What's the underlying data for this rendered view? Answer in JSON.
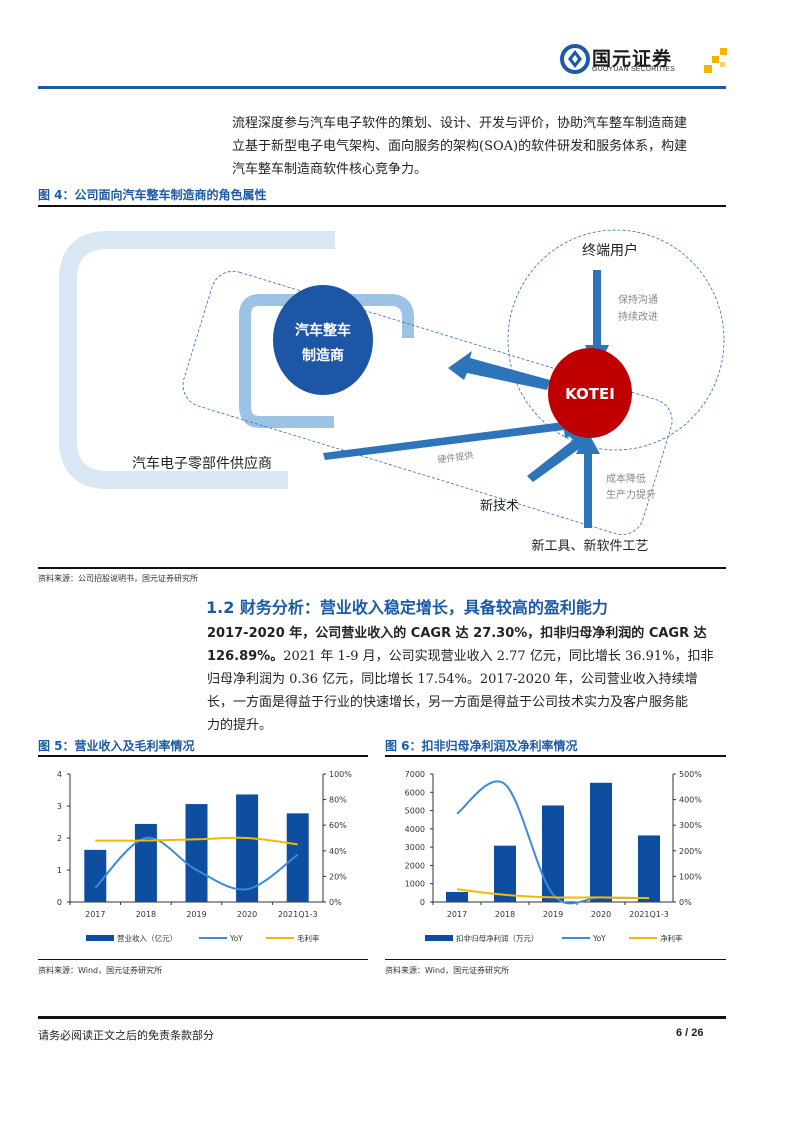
{
  "header": {
    "brand_cn": "国元证券",
    "brand_en": "GUOYUAN SECURITIES",
    "accent_color": "#1c5aa6",
    "logo_accent": "#f4b400"
  },
  "intro_paragraph": {
    "lines": [
      "流程深度参与汽车电子软件的策划、设计、开发与评价，协助汽车整车制造商建",
      "立基于新型电子电气架构、面向服务的架构(SOA)的软件研发和服务体系，构建",
      "汽车整车制造商软件核心竞争力。"
    ]
  },
  "figure4": {
    "title": "图 4：公司面向汽车整车制造商的角色属性",
    "nodes": {
      "oem": [
        "汽车整车",
        "制造商"
      ],
      "kotei": "KOTEI",
      "end_user": "终端用户",
      "supplier": "汽车电子零部件供应商",
      "new_tech": "新技术",
      "new_tools": "新工具、新软件工艺"
    },
    "annotations": {
      "communicate": [
        "保持沟通",
        "持续改进"
      ],
      "hardware": "硬件提供",
      "cost": [
        "成本降低",
        "生产力提升"
      ]
    },
    "source": "资料来源：公司招股说明书，国元证券研究所"
  },
  "section": {
    "title": "1.2 财务分析：营业收入稳定增长，具备较高的盈利能力"
  },
  "body_paragraph": {
    "bold_part": "2017-2020 年，公司营业收入的 CAGR 达 27.30%，扣非归母净利润的 CAGR 达 126.89%。",
    "lines": [
      {
        "bold": "2017-2020 年，公司营业收入的 CAGR 达 27.30%，扣非归母净利润的 CAGR 达",
        "normal": ""
      },
      {
        "bold": "126.89%。",
        "normal": "2021 年 1-9 月，公司实现营业收入 2.77 亿元，同比增长 36.91%，扣非"
      },
      {
        "bold": "",
        "normal": "归母净利润为 0.36 亿元，同比增长 17.54%。2017-2020 年，公司营业收入持续增"
      },
      {
        "bold": "",
        "normal": "长，一方面是得益于行业的快速增长，另一方面是得益于公司技术实力及客户服务能"
      },
      {
        "bold": "",
        "normal": "力的提升。"
      }
    ]
  },
  "chart_data": [
    {
      "type": "bar",
      "title": "图 5：营业收入及毛利率情况",
      "categories": [
        "2017",
        "2018",
        "2019",
        "2020",
        "2021Q1-3"
      ],
      "series": [
        {
          "name": "营业收入（亿元）",
          "type": "bar",
          "axis": "left",
          "color": "#0d4ea0",
          "values": [
            1.63,
            2.44,
            3.06,
            3.36,
            2.77
          ]
        },
        {
          "name": "YoY",
          "type": "line",
          "axis": "right",
          "color": "#3d8ad6",
          "values": [
            11,
            50,
            25,
            10,
            37
          ]
        },
        {
          "name": "毛利率",
          "type": "line",
          "axis": "right",
          "color": "#f5b800",
          "values": [
            48,
            48,
            49,
            50,
            45
          ]
        }
      ],
      "left_axis": {
        "ticks": [
          "0",
          "1",
          "2",
          "3",
          "4"
        ],
        "range": [
          0,
          4
        ]
      },
      "right_axis": {
        "ticks": [
          "0%",
          "20%",
          "40%",
          "60%",
          "80%",
          "100%"
        ],
        "range": [
          0,
          100
        ]
      },
      "legend_position": "bottom",
      "source": "资料来源：Wind，国元证券研究所"
    },
    {
      "type": "bar",
      "title": "图 6：扣非归母净利润及净利率情况",
      "categories": [
        "2017",
        "2018",
        "2019",
        "2020",
        "2021Q1-3"
      ],
      "series": [
        {
          "name": "扣非归母净利润（万元）",
          "type": "bar",
          "axis": "left",
          "color": "#0d4ea0",
          "values": [
            550,
            3080,
            5280,
            6520,
            3640
          ]
        },
        {
          "name": "YoY",
          "type": "line",
          "axis": "right",
          "color": "#3d8ad6",
          "values": [
            345,
            460,
            30,
            18,
            15
          ]
        },
        {
          "name": "净利率",
          "type": "line",
          "axis": "right",
          "color": "#f5b800",
          "values": [
            50,
            28,
            18,
            18,
            15
          ]
        }
      ],
      "left_axis": {
        "ticks": [
          "0",
          "1000",
          "2000",
          "3000",
          "4000",
          "5000",
          "6000",
          "7000"
        ],
        "range": [
          0,
          7000
        ]
      },
      "right_axis": {
        "ticks": [
          "0%",
          "100%",
          "200%",
          "300%",
          "400%",
          "500%"
        ],
        "range": [
          0,
          500
        ]
      },
      "legend_position": "bottom",
      "source": "资料来源：Wind，国元证券研究所"
    }
  ],
  "footer": {
    "disclaimer": "请务必阅读正文之后的免责条款部分",
    "page": "6 / 26"
  }
}
